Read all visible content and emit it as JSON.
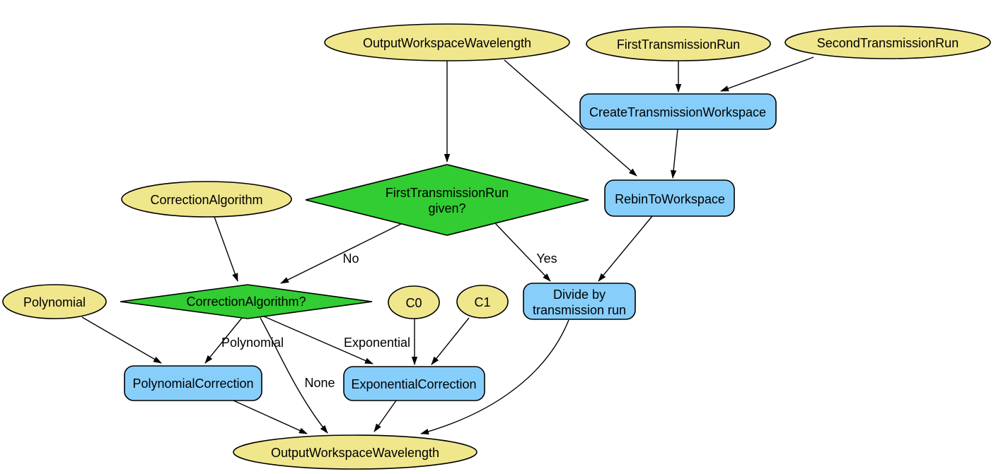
{
  "diagram": {
    "colors": {
      "parameter_fill": "#f0e68c",
      "algorithm_fill": "#87cefa",
      "decision_fill": "#32cd32",
      "edge": "#000000",
      "background": "#ffffff"
    },
    "nodes": {
      "output_top": {
        "label": "OutputWorkspaceWavelength",
        "shape": "ellipse",
        "role": "parameter"
      },
      "first_transmission_run": {
        "label": "FirstTransmissionRun",
        "shape": "ellipse",
        "role": "parameter"
      },
      "second_transmission_run": {
        "label": "SecondTransmissionRun",
        "shape": "ellipse",
        "role": "parameter"
      },
      "create_transmission_workspace": {
        "label": "CreateTransmissionWorkspace",
        "shape": "rounded-rect",
        "role": "algorithm"
      },
      "first_transmission_given": {
        "label": "FirstTransmissionRun given?",
        "line1": "FirstTransmissionRun",
        "line2": "given?",
        "shape": "diamond",
        "role": "decision"
      },
      "rebin_to_workspace": {
        "label": "RebinToWorkspace",
        "shape": "rounded-rect",
        "role": "algorithm"
      },
      "correction_algorithm": {
        "label": "CorrectionAlgorithm",
        "shape": "ellipse",
        "role": "parameter"
      },
      "correction_algorithm_q": {
        "label": "CorrectionAlgorithm?",
        "shape": "diamond",
        "role": "decision"
      },
      "polynomial": {
        "label": "Polynomial",
        "shape": "ellipse",
        "role": "parameter"
      },
      "c0": {
        "label": "C0",
        "shape": "ellipse",
        "role": "parameter"
      },
      "c1": {
        "label": "C1",
        "shape": "ellipse",
        "role": "parameter"
      },
      "divide_by_transmission": {
        "label": "Divide by transmission run",
        "line1": "Divide by",
        "line2": "transmission run",
        "shape": "rounded-rect",
        "role": "algorithm"
      },
      "polynomial_correction": {
        "label": "PolynomialCorrection",
        "shape": "rounded-rect",
        "role": "algorithm"
      },
      "exponential_correction": {
        "label": "ExponentialCorrection",
        "shape": "rounded-rect",
        "role": "algorithm"
      },
      "output_bottom": {
        "label": "OutputWorkspaceWavelength",
        "shape": "ellipse",
        "role": "parameter"
      }
    },
    "edge_labels": {
      "no": "No",
      "yes": "Yes",
      "polynomial": "Polynomial",
      "exponential": "Exponential",
      "none": "None"
    }
  }
}
